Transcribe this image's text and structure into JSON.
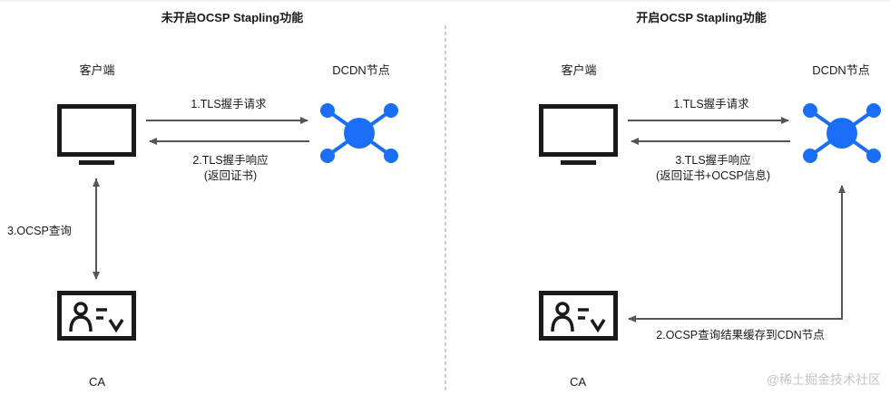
{
  "left_panel": {
    "title": "未开启OCSP Stapling功能",
    "client_label": "客户端",
    "server_label": "DCDN节点",
    "ca_label": "CA",
    "step1": "1.TLS握手请求",
    "step2_line1": "2.TLS握手响应",
    "step2_line2": "(返回证书)",
    "step3": "3.OCSP查询"
  },
  "right_panel": {
    "title": "开启OCSP Stapling功能",
    "client_label": "客户端",
    "server_label": "DCDN节点",
    "ca_label": "CA",
    "step1": "1.TLS握手请求",
    "step3_line1": "3.TLS握手响应",
    "step3_line2": "(返回证书+OCSP信息)",
    "step2": "2.OCSP查询结果缓存到CDN节点"
  },
  "watermark": "@稀土掘金技术社区",
  "icons": {
    "client": "monitor-icon",
    "server": "network-node-icon",
    "ca": "certificate-icon"
  },
  "colors": {
    "node_blue": "#1a6ef5",
    "arrow_gray": "#555555",
    "icon_black": "#1a1a1a",
    "divider": "#9a9a9a"
  }
}
